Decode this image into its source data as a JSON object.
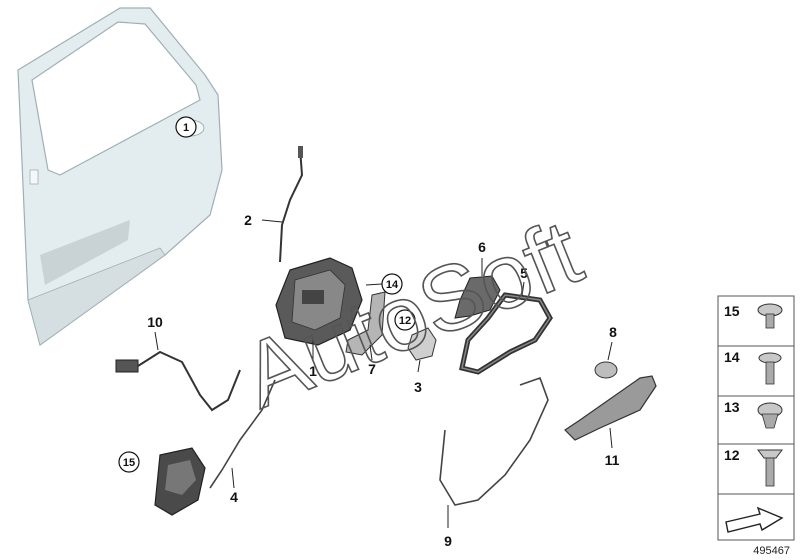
{
  "watermark": "AutoSoft",
  "diagram_id": "495467",
  "callouts": {
    "door": "1",
    "p1": "1",
    "p2": "2",
    "p3": "3",
    "p4": "4",
    "p5": "5",
    "p6": "6",
    "p7": "7",
    "p8": "8",
    "p9": "9",
    "p10": "10",
    "p11": "11",
    "p12": "12",
    "p14": "14",
    "p15": "15"
  },
  "legend": {
    "items": [
      "15",
      "14",
      "13",
      "12"
    ]
  },
  "colors": {
    "door_fill": "#e3edf0",
    "line": "#222222",
    "part_dark": "#3a3a3a",
    "part_mid": "#888888",
    "legend_border": "#555555"
  }
}
